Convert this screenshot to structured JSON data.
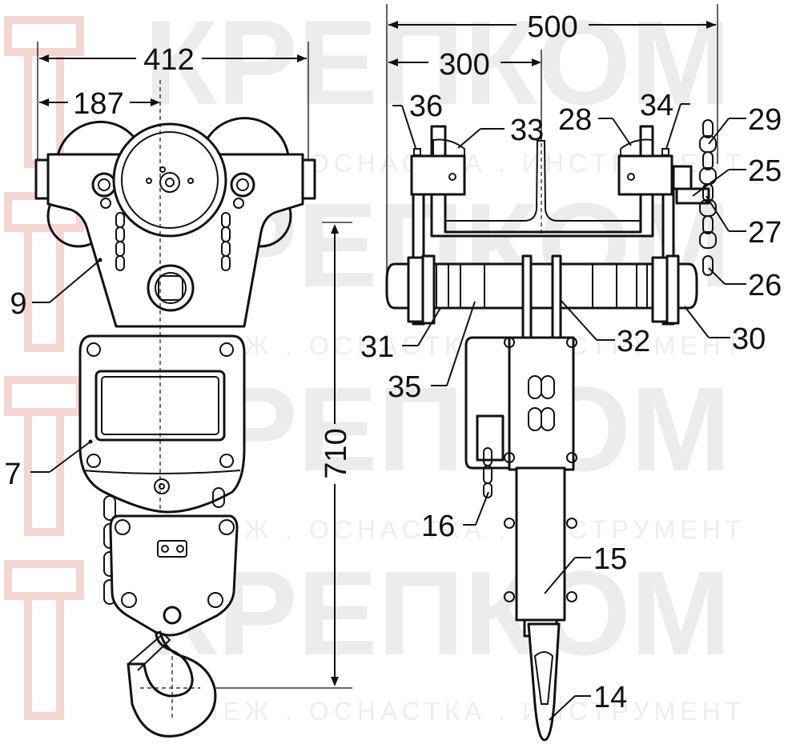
{
  "watermark": {
    "brand": "КРЕПКОМ",
    "tagline": "КРЕПЕЖ . ОСНАСТКА . ИНСТРУМЕНТ"
  },
  "dimensions": {
    "width_total": "412",
    "width_half": "187",
    "height": "710",
    "beam_span": "500",
    "beam_offset": "300"
  },
  "callouts": {
    "c9": "9",
    "c7": "7",
    "c36": "36",
    "c33": "33",
    "c28": "28",
    "c34": "34",
    "c29": "29",
    "c25": "25",
    "c27": "27",
    "c26": "26",
    "c30": "30",
    "c32": "32",
    "c31": "31",
    "c35": "35",
    "c16": "16",
    "c15": "15",
    "c14": "14"
  },
  "colors": {
    "line": "#111111",
    "watermark": "#ececec",
    "watermark_logo": "#f6dcd8"
  }
}
